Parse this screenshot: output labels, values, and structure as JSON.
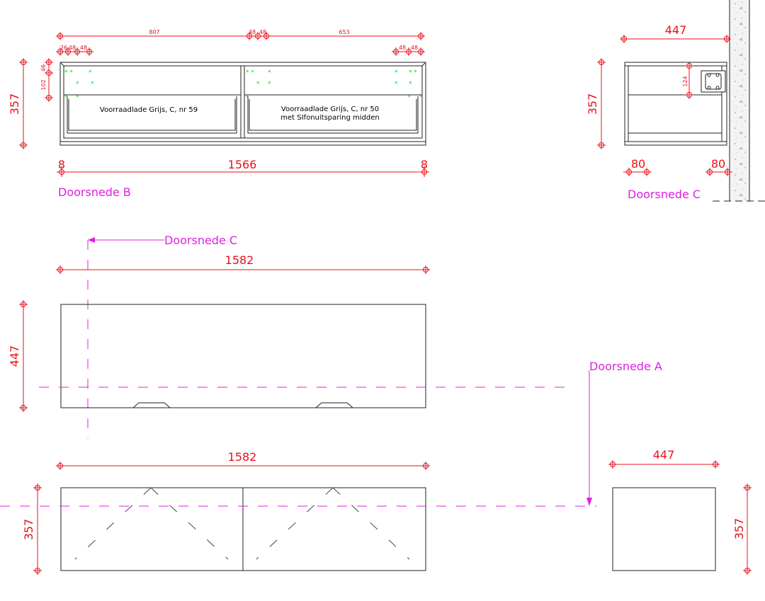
{
  "section_b": {
    "label": "Doorsnede B",
    "dim_807": "807",
    "dim_48a": "48",
    "dim_48b": "48",
    "dim_653": "653",
    "dim_26": "26",
    "dim_48c": "48",
    "dim_48d": "48",
    "dim_48e": "48",
    "dim_48f": "48",
    "dim_46": "46",
    "dim_102": "102",
    "dim_357": "357",
    "dim_8_left": "8",
    "dim_1566": "1566",
    "dim_8_right": "8",
    "drawer_left_line1": "Voorraadlade Grijs, C, nr 59",
    "drawer_right_line1": "Voorraadlade Grijs, C, nr 50",
    "drawer_right_line2": "met SIfonuitsparing midden"
  },
  "section_c": {
    "label": "Doorsnede C",
    "dim_447": "447",
    "dim_357": "357",
    "dim_124": "124",
    "dim_80_left": "80",
    "dim_80_right": "80"
  },
  "top_view": {
    "cut_label": "Doorsnede C",
    "dim_1582": "1582",
    "dim_447": "447"
  },
  "front_view": {
    "cut_label": "Doorsnede A",
    "dim_1582": "1582",
    "dim_357": "357"
  },
  "side_view": {
    "dim_447": "447",
    "dim_357": "357"
  }
}
